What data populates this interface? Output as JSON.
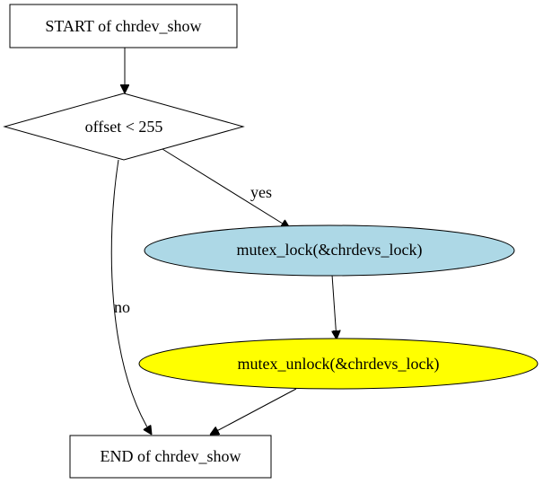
{
  "diagram": {
    "nodes": {
      "start": {
        "label": "START of chrdev_show",
        "shape": "box",
        "fill": "#ffffff",
        "stroke": "#000000"
      },
      "decision": {
        "label": "offset < 255",
        "shape": "diamond",
        "fill": "#ffffff",
        "stroke": "#000000"
      },
      "lock": {
        "label": "mutex_lock(&chrdevs_lock)",
        "shape": "ellipse",
        "fill": "#add8e6",
        "stroke": "#000000"
      },
      "unlock": {
        "label": "mutex_unlock(&chrdevs_lock)",
        "shape": "ellipse",
        "fill": "#ffff00",
        "stroke": "#000000"
      },
      "end": {
        "label": "END of chrdev_show",
        "shape": "box",
        "fill": "#ffffff",
        "stroke": "#000000"
      }
    },
    "edges": {
      "start_to_decision": {
        "from": "start",
        "to": "decision",
        "label": ""
      },
      "decision_to_lock": {
        "from": "decision",
        "to": "lock",
        "label": "yes"
      },
      "decision_to_end": {
        "from": "decision",
        "to": "end",
        "label": "no"
      },
      "lock_to_unlock": {
        "from": "lock",
        "to": "unlock",
        "label": ""
      },
      "unlock_to_end": {
        "from": "unlock",
        "to": "end",
        "label": ""
      }
    }
  }
}
